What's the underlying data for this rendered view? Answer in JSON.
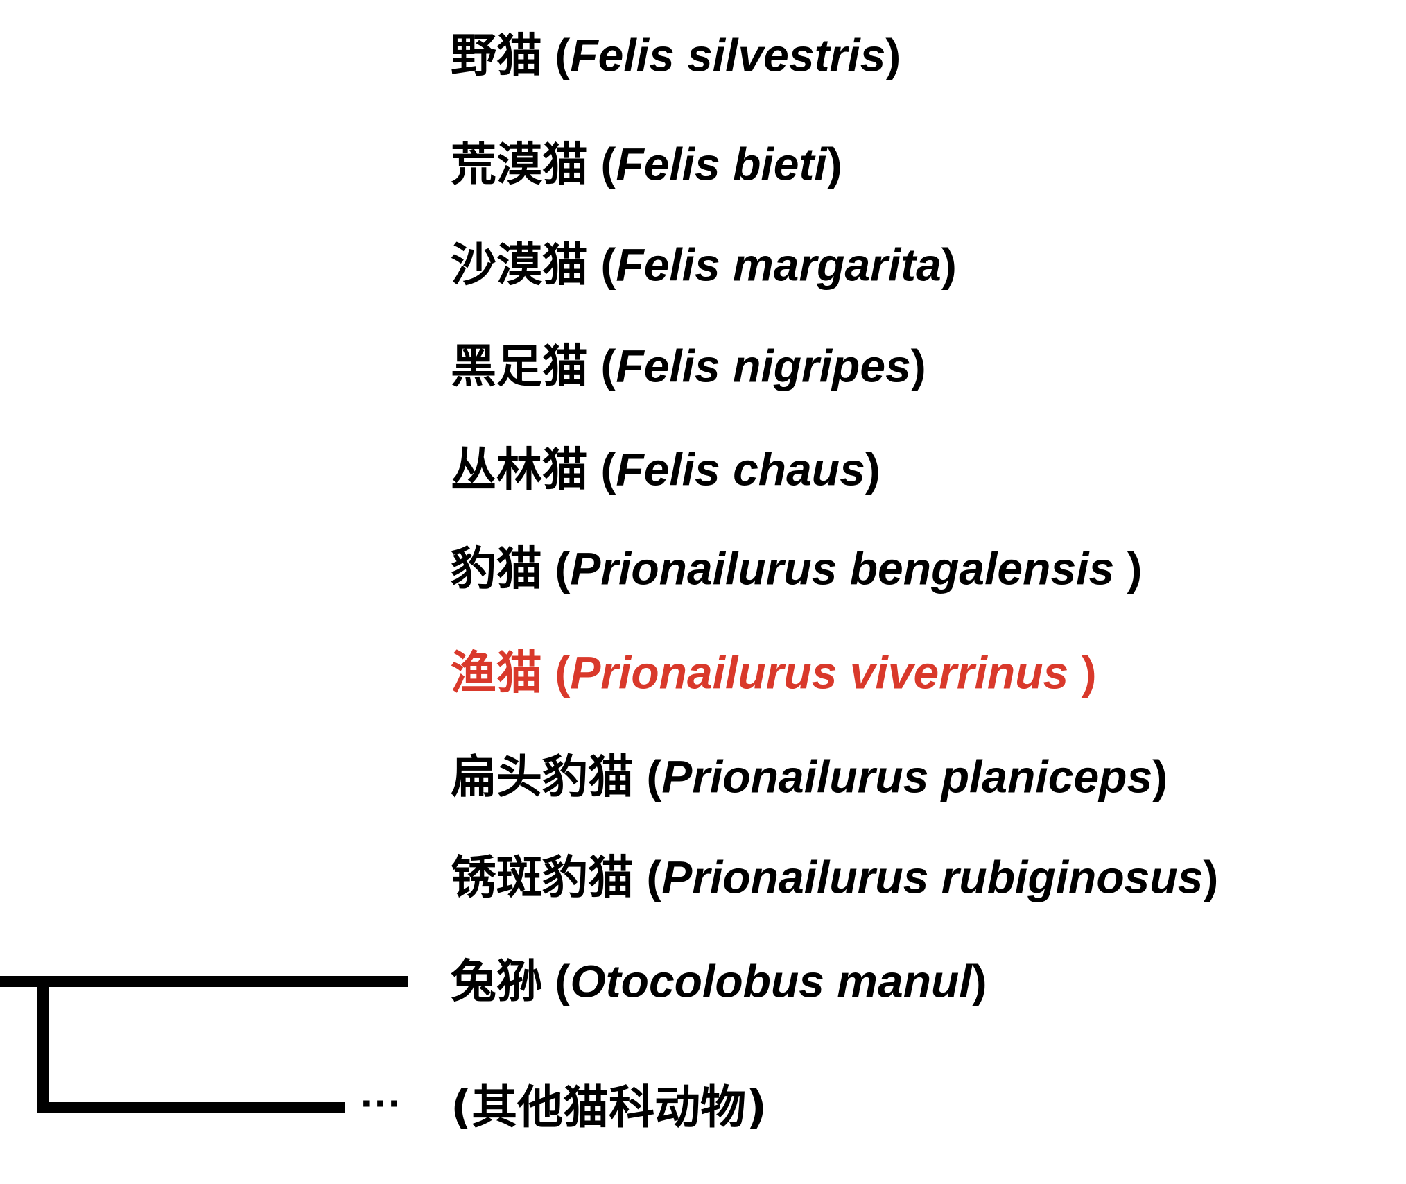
{
  "taxa": [
    {
      "id": "t0",
      "cn": "野猫",
      "sci": "Felis silvestris",
      "highlight": false
    },
    {
      "id": "t1",
      "cn": "荒漠猫",
      "sci": "Felis bieti",
      "highlight": false
    },
    {
      "id": "t2",
      "cn": "沙漠猫",
      "sci": "Felis margarita",
      "highlight": false
    },
    {
      "id": "t3",
      "cn": "黑足猫",
      "sci": "Felis nigripes",
      "highlight": false
    },
    {
      "id": "t4",
      "cn": "丛林猫",
      "sci": "Felis chaus",
      "highlight": false
    },
    {
      "id": "t5",
      "cn": "豹猫",
      "sci": "Prionailurus bengalensis ",
      "highlight": false
    },
    {
      "id": "t6",
      "cn": "渔猫",
      "sci": "Prionailurus viverrinus ",
      "highlight": true
    },
    {
      "id": "t7",
      "cn": "扁头豹猫",
      "sci": "Prionailurus planiceps",
      "highlight": false
    },
    {
      "id": "t8",
      "cn": "锈斑豹猫",
      "sci": "Prionailurus rubiginosus",
      "highlight": false
    },
    {
      "id": "t9",
      "cn": "兔狲",
      "sci": "Otocolobus manul",
      "highlight": false
    },
    {
      "id": "t10",
      "cn": "",
      "sci": "",
      "highlight": false,
      "label": "(其他猫科动物)"
    }
  ],
  "tree": [
    "root",
    [
      [
        "felis",
        [
          [
            "felisA",
            [
              [
                "felisB",
                [
                  [
                    "felisC",
                    [
                      [
                        "t0"
                      ],
                      [
                        "t1"
                      ]
                    ]
                  ],
                  [
                    "t2"
                  ]
                ]
              ],
              [
                "t3"
              ]
            ]
          ],
          [
            "t4"
          ]
        ]
      ],
      [
        "prion",
        [
          [
            "prionA",
            [
              [
                "prionB",
                [
                  [
                    "prionC",
                    [
                      [
                        "t5"
                      ],
                      [
                        "t6"
                      ]
                    ]
                  ],
                  [
                    "t7"
                  ]
                ]
              ],
              [
                "t8"
              ]
            ]
          ],
          [
            "t9"
          ]
        ]
      ]
    ],
    [
      "t10"
    ]
  ],
  "ellipsis": "···",
  "colors": {
    "branch": "#000000",
    "text": "#000000",
    "highlight": "#d9392b"
  }
}
